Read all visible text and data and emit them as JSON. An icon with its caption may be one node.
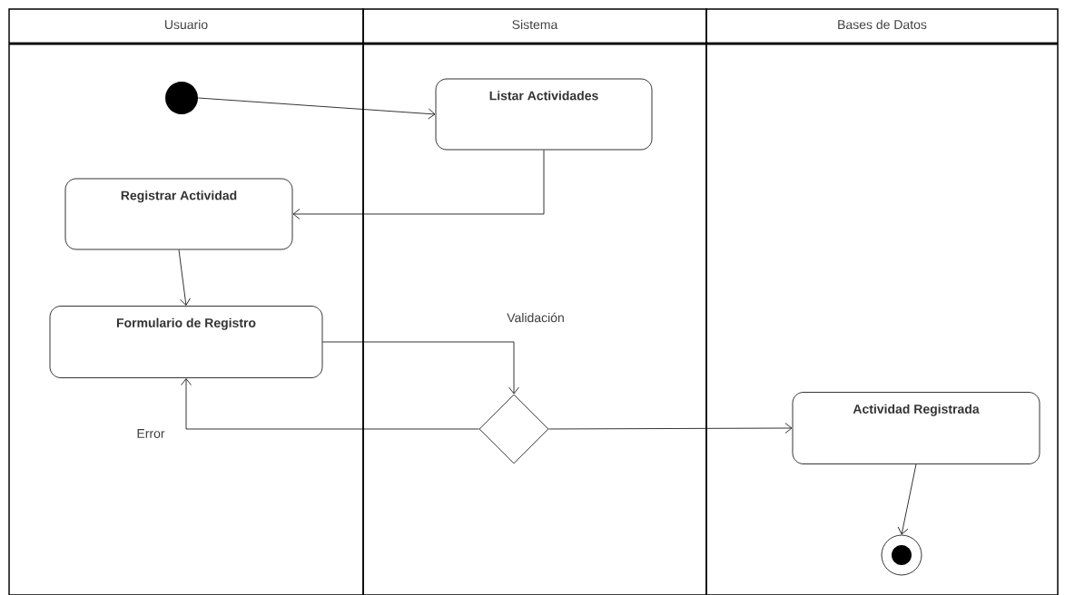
{
  "diagram": {
    "nodes": [
      {
        "text": [
          "Usuario"
        ]
      },
      {
        "text": [
          "Sistema"
        ]
      },
      {
        "text": [
          "Bases de Datos"
        ]
      },
      {
        "text": [],
        "shape": "circle",
        "in": 0
      },
      {
        "text": [
          "Listar Actividades"
        ],
        "in": 1
      },
      {
        "text": [
          "Registrar Actividad"
        ],
        "in": 0
      },
      {
        "text": [
          "Formulario de Registro"
        ],
        "in": 0
      },
      {
        "text": [],
        "shape": "diamond",
        "in": 1
      },
      {
        "text": [
          "Actividad Registrada"
        ],
        "in": 2
      },
      {
        "text": [],
        "shape": "bullseye",
        "in": 2
      }
    ],
    "edges": [
      {
        "from": 3,
        "to": 4,
        "arrow": "to"
      },
      {
        "from": 4,
        "to": 5,
        "arrow": "to"
      },
      {
        "from": 5,
        "to": 6,
        "arrow": "to"
      },
      {
        "from": 6,
        "to": 7,
        "arrow": "to",
        "label": "Validación"
      },
      {
        "from": 7,
        "to": 6,
        "arrow": "to",
        "label": "Error"
      },
      {
        "from": 7,
        "to": 8,
        "arrow": "to"
      },
      {
        "from": 8,
        "to": 9,
        "arrow": "to"
      }
    ]
  }
}
